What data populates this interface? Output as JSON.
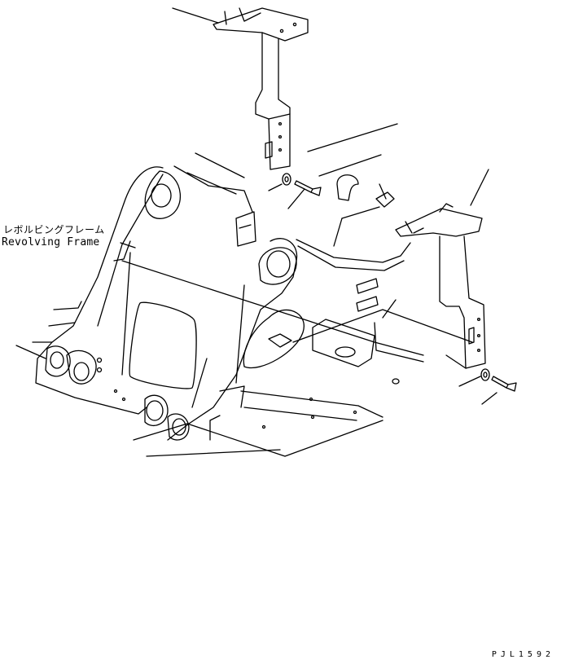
{
  "label": {
    "japanese": "レボルビングフレーム",
    "english": "Revolving Frame"
  },
  "drawing_code": "PJL1592"
}
